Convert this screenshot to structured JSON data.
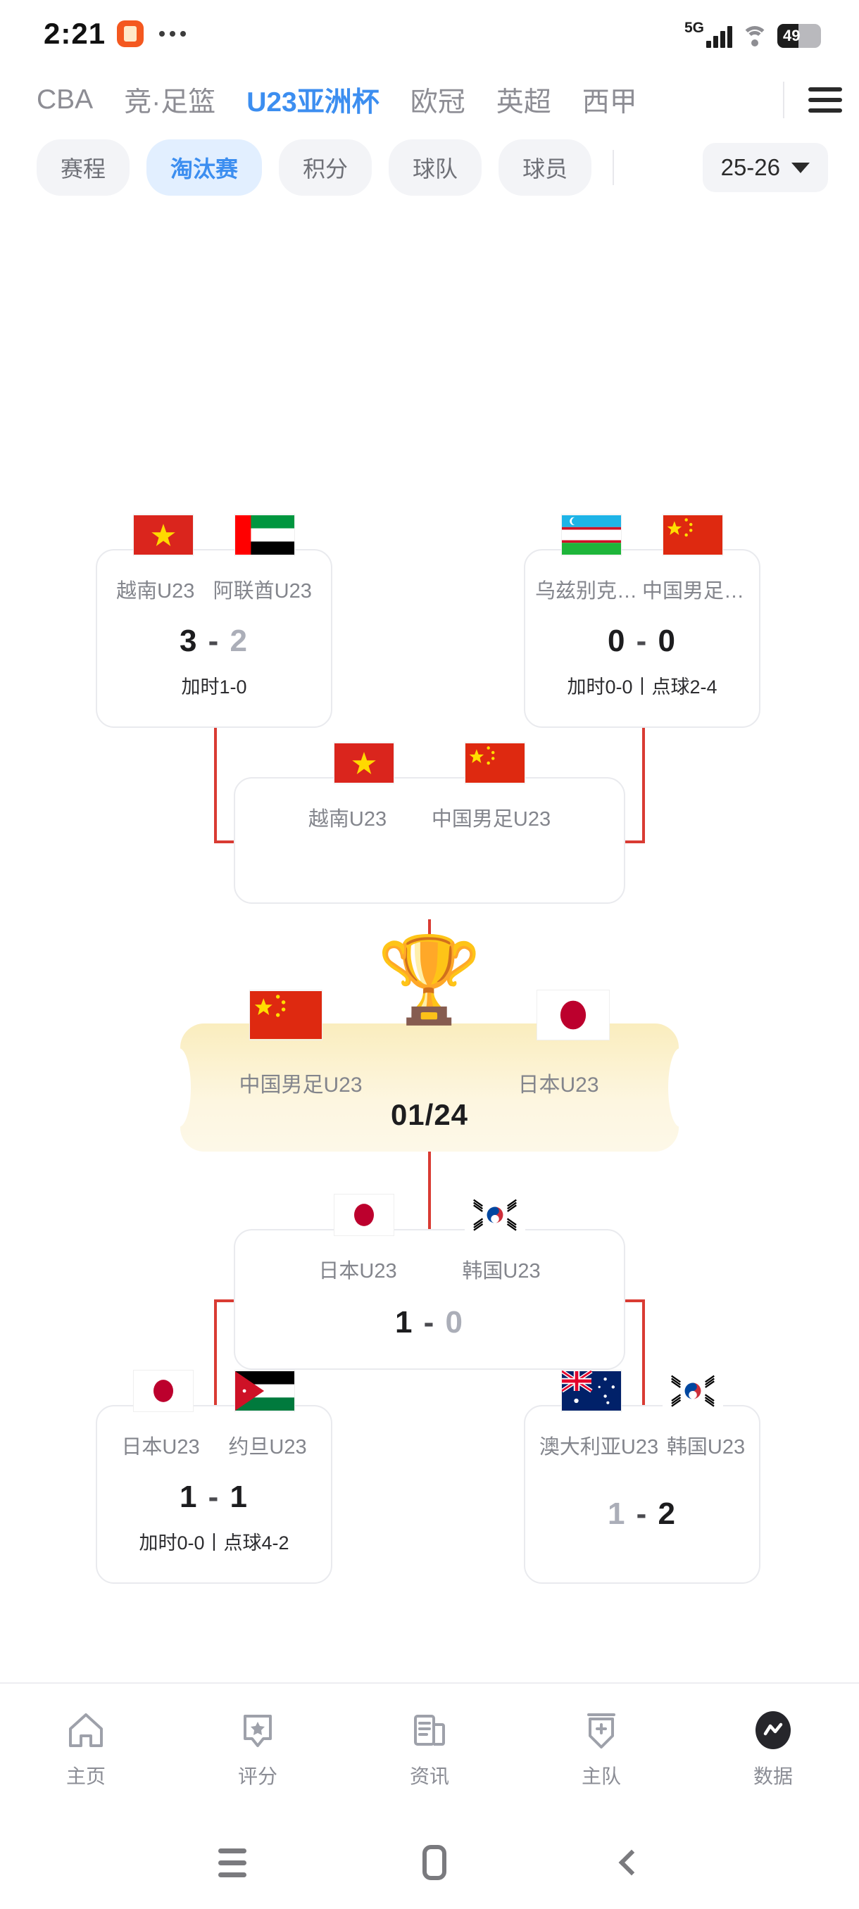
{
  "status_bar": {
    "time": "2:21",
    "app_icon": "app-badge-icon",
    "overflow": "more-dots-icon",
    "network_label": "5G",
    "signal_icon": "signal-bars-icon",
    "wifi_icon": "wifi-icon",
    "battery_percent": "49"
  },
  "league_tabs": {
    "items": [
      {
        "label": "CBA",
        "active": false
      },
      {
        "label": "竞·足篮",
        "active": false
      },
      {
        "label": "U23亚洲杯",
        "active": true
      },
      {
        "label": "欧冠",
        "active": false
      },
      {
        "label": "英超",
        "active": false
      },
      {
        "label": "西甲",
        "active": false
      }
    ],
    "menu_icon": "hamburger-menu-icon"
  },
  "sub_tabs": {
    "items": [
      {
        "label": "赛程",
        "active": false
      },
      {
        "label": "淘汰赛",
        "active": true
      },
      {
        "label": "积分",
        "active": false
      },
      {
        "label": "球队",
        "active": false
      },
      {
        "label": "球员",
        "active": false
      }
    ],
    "season": {
      "value": "25-26",
      "caret": "chevron-down-icon"
    }
  },
  "bracket": {
    "quarterfinals_top": [
      {
        "home": {
          "name": "越南U23",
          "flag": "vn",
          "score": "3",
          "winner": true
        },
        "away": {
          "name": "阿联酋U23",
          "flag": "ae",
          "score": "2",
          "winner": false
        },
        "detail": "加时1-0"
      },
      {
        "home": {
          "name": "乌兹别克斯...",
          "flag": "uz",
          "score": "0",
          "winner": false
        },
        "away": {
          "name": "中国男足U23",
          "flag": "cn",
          "score": "0",
          "winner": false
        },
        "detail": "加时0-0丨点球2-4"
      }
    ],
    "semifinal_top": {
      "home": {
        "name": "越南U23",
        "flag": "vn"
      },
      "away": {
        "name": "中国男足U23",
        "flag": "cn"
      },
      "score": "",
      "detail": ""
    },
    "final": {
      "trophy": "trophy-icon",
      "home": {
        "name": "中国男足U23",
        "flag": "cn"
      },
      "away": {
        "name": "日本U23",
        "flag": "jp"
      },
      "date": "01/24"
    },
    "semifinal_bottom": {
      "home": {
        "name": "日本U23",
        "flag": "jp",
        "score": "1",
        "winner": true
      },
      "away": {
        "name": "韩国U23",
        "flag": "kr",
        "score": "0",
        "winner": false
      },
      "detail": ""
    },
    "quarterfinals_bottom": [
      {
        "home": {
          "name": "日本U23",
          "flag": "jp",
          "score": "1",
          "winner": true
        },
        "away": {
          "name": "约旦U23",
          "flag": "jo",
          "score": "1",
          "winner": true
        },
        "detail": "加时0-0丨点球4-2"
      },
      {
        "home": {
          "name": "澳大利亚U23",
          "flag": "au",
          "score": "1",
          "winner": false
        },
        "away": {
          "name": "韩国U23",
          "flag": "kr",
          "score": "2",
          "winner": true
        },
        "detail": ""
      }
    ],
    "connector_color": "#d93b33"
  },
  "bottom_nav": {
    "items": [
      {
        "label": "主页",
        "icon": "home-icon",
        "active": false
      },
      {
        "label": "评分",
        "icon": "bookmark-star-icon",
        "active": false
      },
      {
        "label": "资讯",
        "icon": "news-icon",
        "active": false
      },
      {
        "label": "主队",
        "icon": "team-badge-icon",
        "active": false
      },
      {
        "label": "数据",
        "icon": "data-wave-icon",
        "active": true
      }
    ]
  },
  "system_nav": {
    "recents": "recents-icon",
    "home": "home-square-icon",
    "back": "back-chevron-icon"
  }
}
